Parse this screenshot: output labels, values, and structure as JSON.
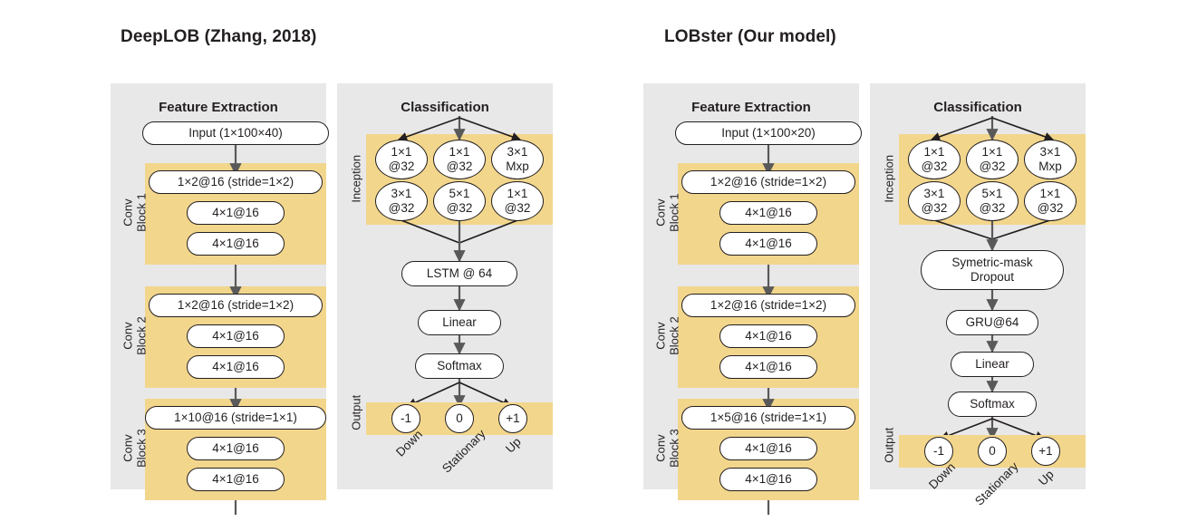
{
  "figure": {
    "background": "#ffffff",
    "panel_color": "#e8e8e8",
    "band_color": "#f2d68c",
    "node_fill": "#ffffff",
    "stroke_color": "#231f20"
  },
  "models": [
    {
      "id": "deeplob",
      "title": "DeepLOB (Zhang, 2018)",
      "feature_extraction": {
        "panel_title": "Feature Extraction",
        "input": "Input (1×100×40)",
        "blocks": [
          {
            "label_line1": "Conv",
            "label_line2": "Block 1",
            "nodes": [
              "1×2@16 (stride=1×2)",
              "4×1@16",
              "4×1@16"
            ]
          },
          {
            "label_line1": "Conv",
            "label_line2": "Block 2",
            "nodes": [
              "1×2@16 (stride=1×2)",
              "4×1@16",
              "4×1@16"
            ]
          },
          {
            "label_line1": "Conv",
            "label_line2": "Block 3",
            "nodes": [
              "1×10@16 (stride=1×1)",
              "4×1@16",
              "4×1@16"
            ]
          }
        ]
      },
      "classification": {
        "panel_title": "Classification",
        "inception_label": "Inception",
        "inception_nodes": [
          [
            "1×1\n@32",
            "1×1\n@32",
            "3×1\nMxp"
          ],
          [
            "3×1\n@32",
            "5×1\n@32",
            "1×1\n@32"
          ]
        ],
        "chain": [
          "LSTM @ 64",
          "Linear",
          "Softmax"
        ],
        "output_label": "Output",
        "output_nodes": [
          "-1",
          "0",
          "+1"
        ],
        "output_names": [
          "Down",
          "Stationary",
          "Up"
        ]
      }
    },
    {
      "id": "lobster",
      "title": "LOBster (Our model)",
      "feature_extraction": {
        "panel_title": "Feature Extraction",
        "input": "Input (1×100×20)",
        "blocks": [
          {
            "label_line1": "Conv",
            "label_line2": "Block 1",
            "nodes": [
              "1×2@16 (stride=1×2)",
              "4×1@16",
              "4×1@16"
            ]
          },
          {
            "label_line1": "Conv",
            "label_line2": "Block 2",
            "nodes": [
              "1×2@16 (stride=1×2)",
              "4×1@16",
              "4×1@16"
            ]
          },
          {
            "label_line1": "Conv",
            "label_line2": "Block 3",
            "nodes": [
              "1×5@16 (stride=1×1)",
              "4×1@16",
              "4×1@16"
            ]
          }
        ]
      },
      "classification": {
        "panel_title": "Classification",
        "inception_label": "Inception",
        "inception_nodes": [
          [
            "1×1\n@32",
            "1×1\n@32",
            "3×1\nMxp"
          ],
          [
            "3×1\n@32",
            "5×1\n@32",
            "1×1\n@32"
          ]
        ],
        "chain": [
          "Symetric-mask Dropout",
          "GRU@64",
          "Linear",
          "Softmax"
        ],
        "output_label": "Output",
        "output_nodes": [
          "-1",
          "0",
          "+1"
        ],
        "output_names": [
          "Down",
          "Stationary",
          "Up"
        ]
      }
    }
  ]
}
